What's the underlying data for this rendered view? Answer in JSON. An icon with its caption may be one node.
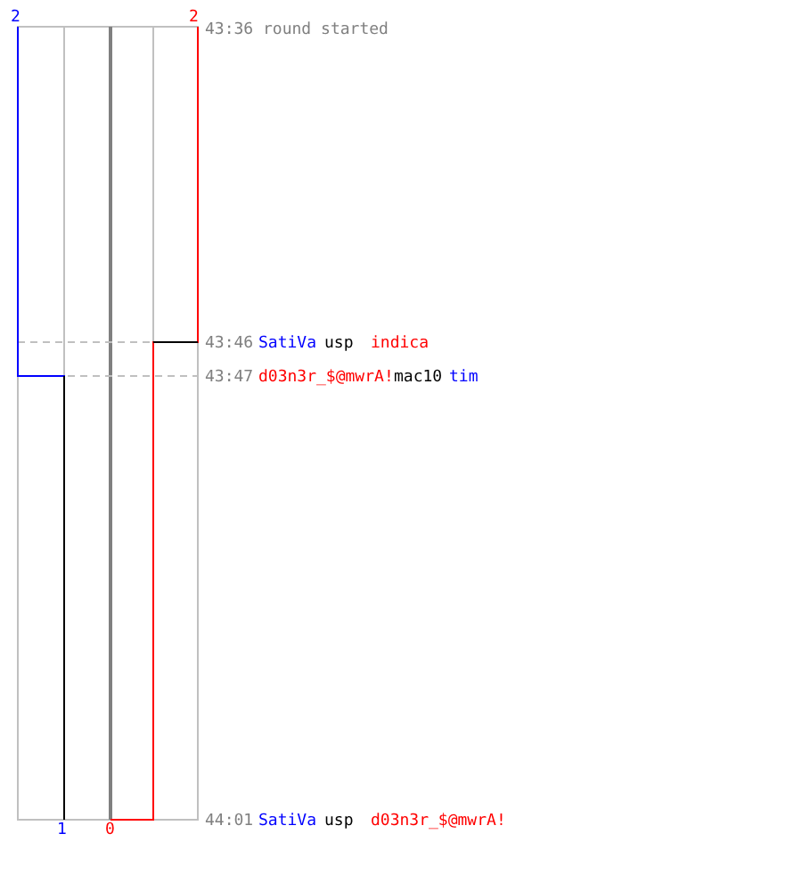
{
  "diagram": {
    "labels": [
      "2",
      "2",
      "43:36 round started",
      "43:46",
      "SatiVa",
      "usp",
      "indica",
      "43:47",
      "d03n3r_$@mwrA!",
      "mac10",
      "tim",
      "44:01",
      "SatiVa",
      "usp",
      "d03n3r_$@mwrA!",
      "1",
      "0"
    ]
  }
}
